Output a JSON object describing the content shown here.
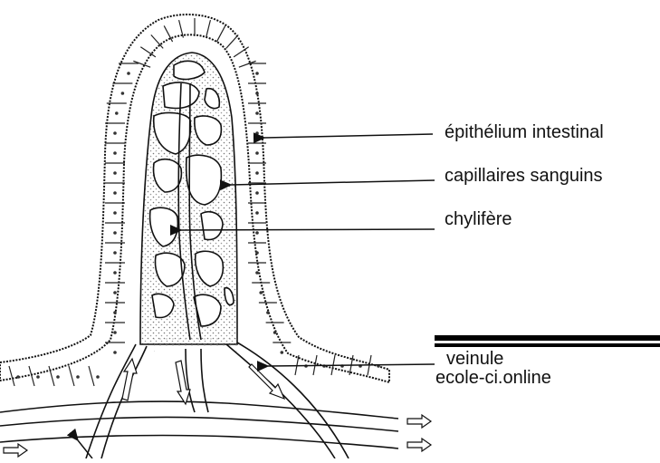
{
  "labels": {
    "epithelium": "épithélium intestinal",
    "capillaries": "capillaires sanguins",
    "lacteal": "chylifère",
    "venule": "veinule",
    "watermark": "ecole-ci.online"
  },
  "colors": {
    "ink": "#1a1a1a",
    "stipple": "#7a7a7a",
    "paper": "#ffffff"
  }
}
